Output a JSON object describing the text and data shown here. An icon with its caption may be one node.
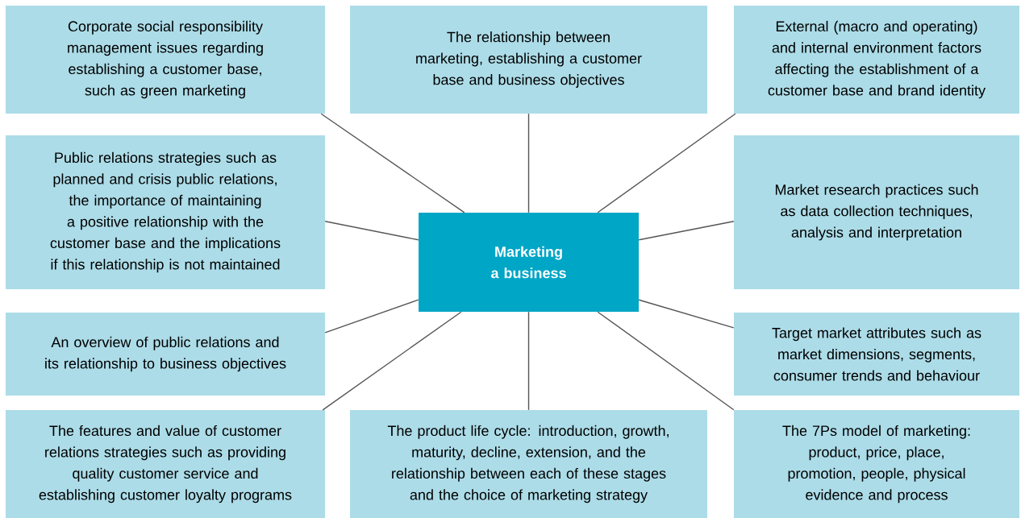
{
  "diagram": {
    "nodes": [
      {
        "text": [
          "Corporate social responsibility management issues regarding establishing a customer base, such as green marketing"
        ]
      },
      {
        "text": [
          "The relationship between marketing, establishing a customer base and business objectives"
        ]
      },
      {
        "text": [
          "External (macro and operating) and internal environment factors affecting the establishment of a customer base and brand identity"
        ]
      },
      {
        "text": [
          "Public relations strategies such as planned and crisis public relations, the importance of maintaining a positive relationship with the customer base and the implications if this relationship is not maintained"
        ]
      },
      {
        "text": [
          "Marketing a business"
        ]
      },
      {
        "text": [
          "Market research practices such as data collection techniques, analysis and interpretation"
        ]
      },
      {
        "text": [
          "An overview of public relations and its relationship to business objectives"
        ]
      },
      {
        "text": [
          "Target market attributes such as market dimensions, segments, consumer trends and behaviour"
        ]
      },
      {
        "text": [
          "The features and value of customer relations strategies such as providing quality customer service and establishing customer loyalty programs"
        ]
      },
      {
        "text": [
          "The product life cycle: introduction, growth, maturity, decline, extension, and the relationship between each of these stages and the choice of marketing strategy"
        ]
      },
      {
        "text": [
          "The 7Ps model of marketing: product, price, place, promotion, people, physical evidence and process"
        ]
      }
    ],
    "edges": [
      {
        "from": 4,
        "to": 0,
        "arrow": "none"
      },
      {
        "from": 4,
        "to": 1,
        "arrow": "none"
      },
      {
        "from": 4,
        "to": 2,
        "arrow": "none"
      },
      {
        "from": 4,
        "to": 3,
        "arrow": "none"
      },
      {
        "from": 4,
        "to": 5,
        "arrow": "none"
      },
      {
        "from": 4,
        "to": 6,
        "arrow": "none"
      },
      {
        "from": 4,
        "to": 7,
        "arrow": "none"
      },
      {
        "from": 4,
        "to": 8,
        "arrow": "none"
      },
      {
        "from": 4,
        "to": 9,
        "arrow": "none"
      },
      {
        "from": 4,
        "to": 10,
        "arrow": "none"
      }
    ]
  }
}
